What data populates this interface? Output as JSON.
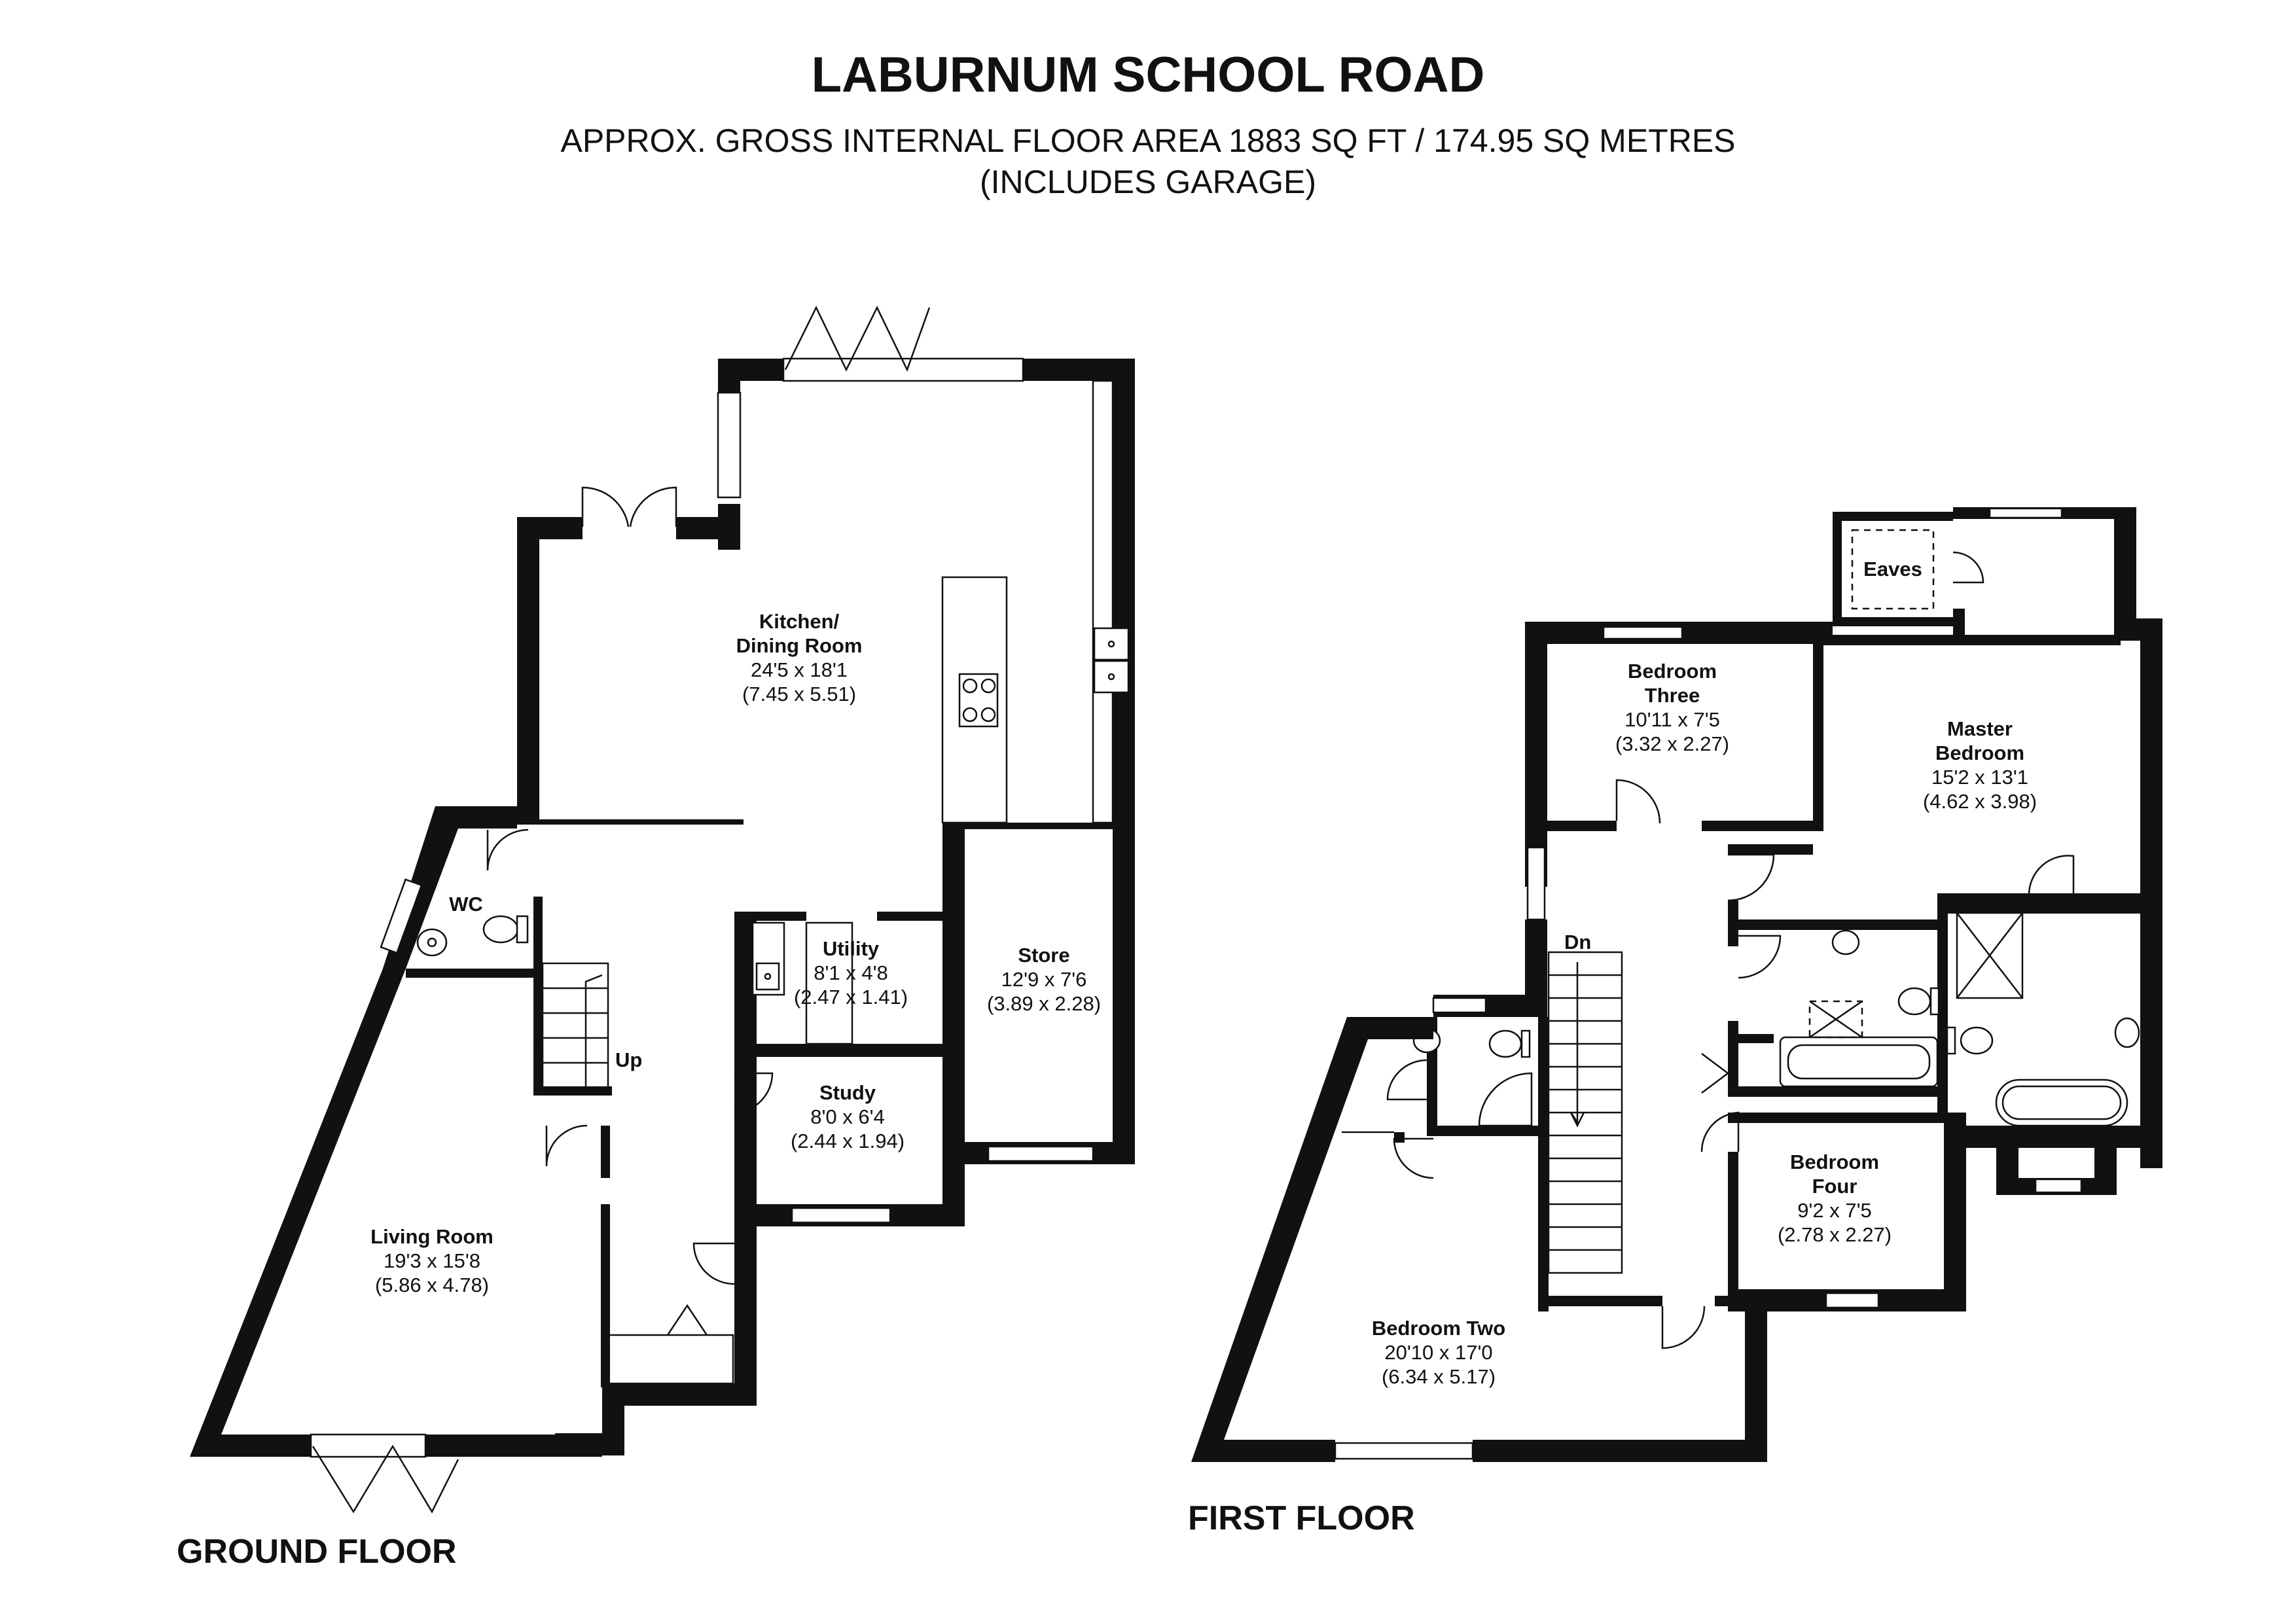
{
  "header": {
    "title": "LABURNUM SCHOOL ROAD",
    "area_line": "APPROX. GROSS INTERNAL FLOOR AREA 1883 SQ FT / 174.95 SQ METRES",
    "note_line": "(INCLUDES GARAGE)"
  },
  "ground_floor": {
    "label": "GROUND FLOOR",
    "rooms": [
      {
        "id": "kitchen",
        "name": [
          "Kitchen/",
          "Dining Room"
        ],
        "imperial": "24'5 x 18'1",
        "metric": "(7.45 x 5.51)"
      },
      {
        "id": "utility",
        "name": [
          "Utility"
        ],
        "imperial": "8'1 x 4'8",
        "metric": "(2.47 x 1.41)"
      },
      {
        "id": "store",
        "name": [
          "Store"
        ],
        "imperial": "12'9 x 7'6",
        "metric": "(3.89 x 2.28)"
      },
      {
        "id": "study",
        "name": [
          "Study"
        ],
        "imperial": "8'0 x 6'4",
        "metric": "(2.44 x 1.94)"
      },
      {
        "id": "living",
        "name": [
          "Living Room"
        ],
        "imperial": "19'3 x 15'8",
        "metric": "(5.86 x 4.78)"
      },
      {
        "id": "wc",
        "name": [
          "WC"
        ],
        "imperial": "",
        "metric": ""
      }
    ],
    "stair_label": "Up"
  },
  "first_floor": {
    "label": "FIRST FLOOR",
    "rooms": [
      {
        "id": "bed3",
        "name": [
          "Bedroom",
          "Three"
        ],
        "imperial": "10'11 x 7'5",
        "metric": "(3.32 x 2.27)"
      },
      {
        "id": "master",
        "name": [
          "Master",
          "Bedroom"
        ],
        "imperial": "15'2 x 13'1",
        "metric": "(4.62 x 3.98)"
      },
      {
        "id": "bed4",
        "name": [
          "Bedroom",
          "Four"
        ],
        "imperial": "9'2 x 7'5",
        "metric": "(2.78 x 2.27)"
      },
      {
        "id": "bed2",
        "name": [
          "Bedroom Two"
        ],
        "imperial": "20'10 x 17'0",
        "metric": "(6.34 x 5.17)"
      }
    ],
    "eaves_label": "Eaves",
    "stair_label": "Dn"
  }
}
